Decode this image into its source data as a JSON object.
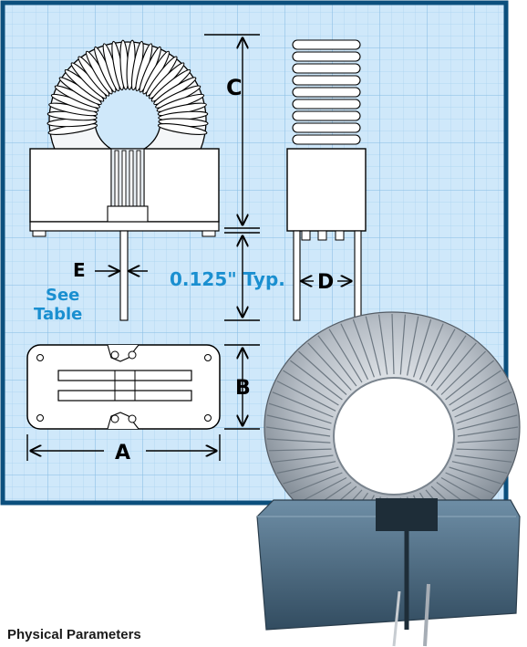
{
  "labels": {
    "dim_a": "A",
    "dim_b": "B",
    "dim_c": "C",
    "dim_d": "D",
    "dim_e": "E",
    "lead_spacing": "0.125\" Typ.",
    "see_table_line1": "See",
    "see_table_line2": "Table"
  },
  "caption": "Physical Parameters",
  "colors": {
    "grid_background": "#c9e4f8",
    "grid_line": "#9ccbec",
    "frame": "#0a4f7c",
    "ink": "#000000",
    "note_blue": "#1a8fd0",
    "housing": "#4e6e86",
    "wire": "#b9bfc6"
  }
}
